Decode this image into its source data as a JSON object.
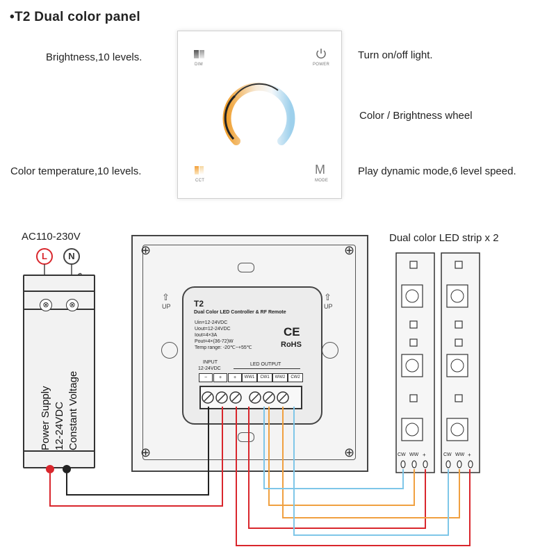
{
  "title": "T2  Dual color panel",
  "panel": {
    "callouts": {
      "dim": "Brightness,10 levels.",
      "power": "Turn on/off light.",
      "wheel": "Color / Brightness wheel",
      "cct": "Color temperature,10 levels.",
      "mode": "Play dynamic mode,6 level speed."
    },
    "buttons": {
      "dim": "DIM",
      "power": "POWER",
      "cct": "CCT",
      "mode": "MODE",
      "mode_glyph": "M"
    }
  },
  "power_supply": {
    "input_label": "AC110-230V",
    "terminal_l": "L",
    "terminal_n": "N",
    "text_line1": "Power Supply",
    "text_line2": "12-24VDC",
    "text_line3": "Constant Voltage"
  },
  "controller": {
    "model": "T2",
    "name": "Dual Color LED Controller & RF Remote",
    "specs": [
      "Uin=12-24VDC",
      "Uout=12-24VDC",
      "Iout=4×3A",
      "Pout=4×(36-72)W",
      "Temp range: -20℃~+55℃"
    ],
    "ce": "CE",
    "rohs": "RoHS",
    "input_label": "INPUT",
    "input_voltage": "12-24VDC",
    "output_label": "LED OUTPUT",
    "terminals": [
      "−",
      "+",
      "+",
      "WW1",
      "CW1",
      "WW2",
      "CW2"
    ],
    "up_label": "UP"
  },
  "led_strip": {
    "title": "Dual color LED strip x 2",
    "pins": [
      "CW",
      "WW",
      "+"
    ]
  },
  "colors": {
    "red_wire": "#d9262c",
    "black_wire": "#222222",
    "orange_wire": "#f0a040",
    "blue_wire": "#7ec6e8"
  }
}
